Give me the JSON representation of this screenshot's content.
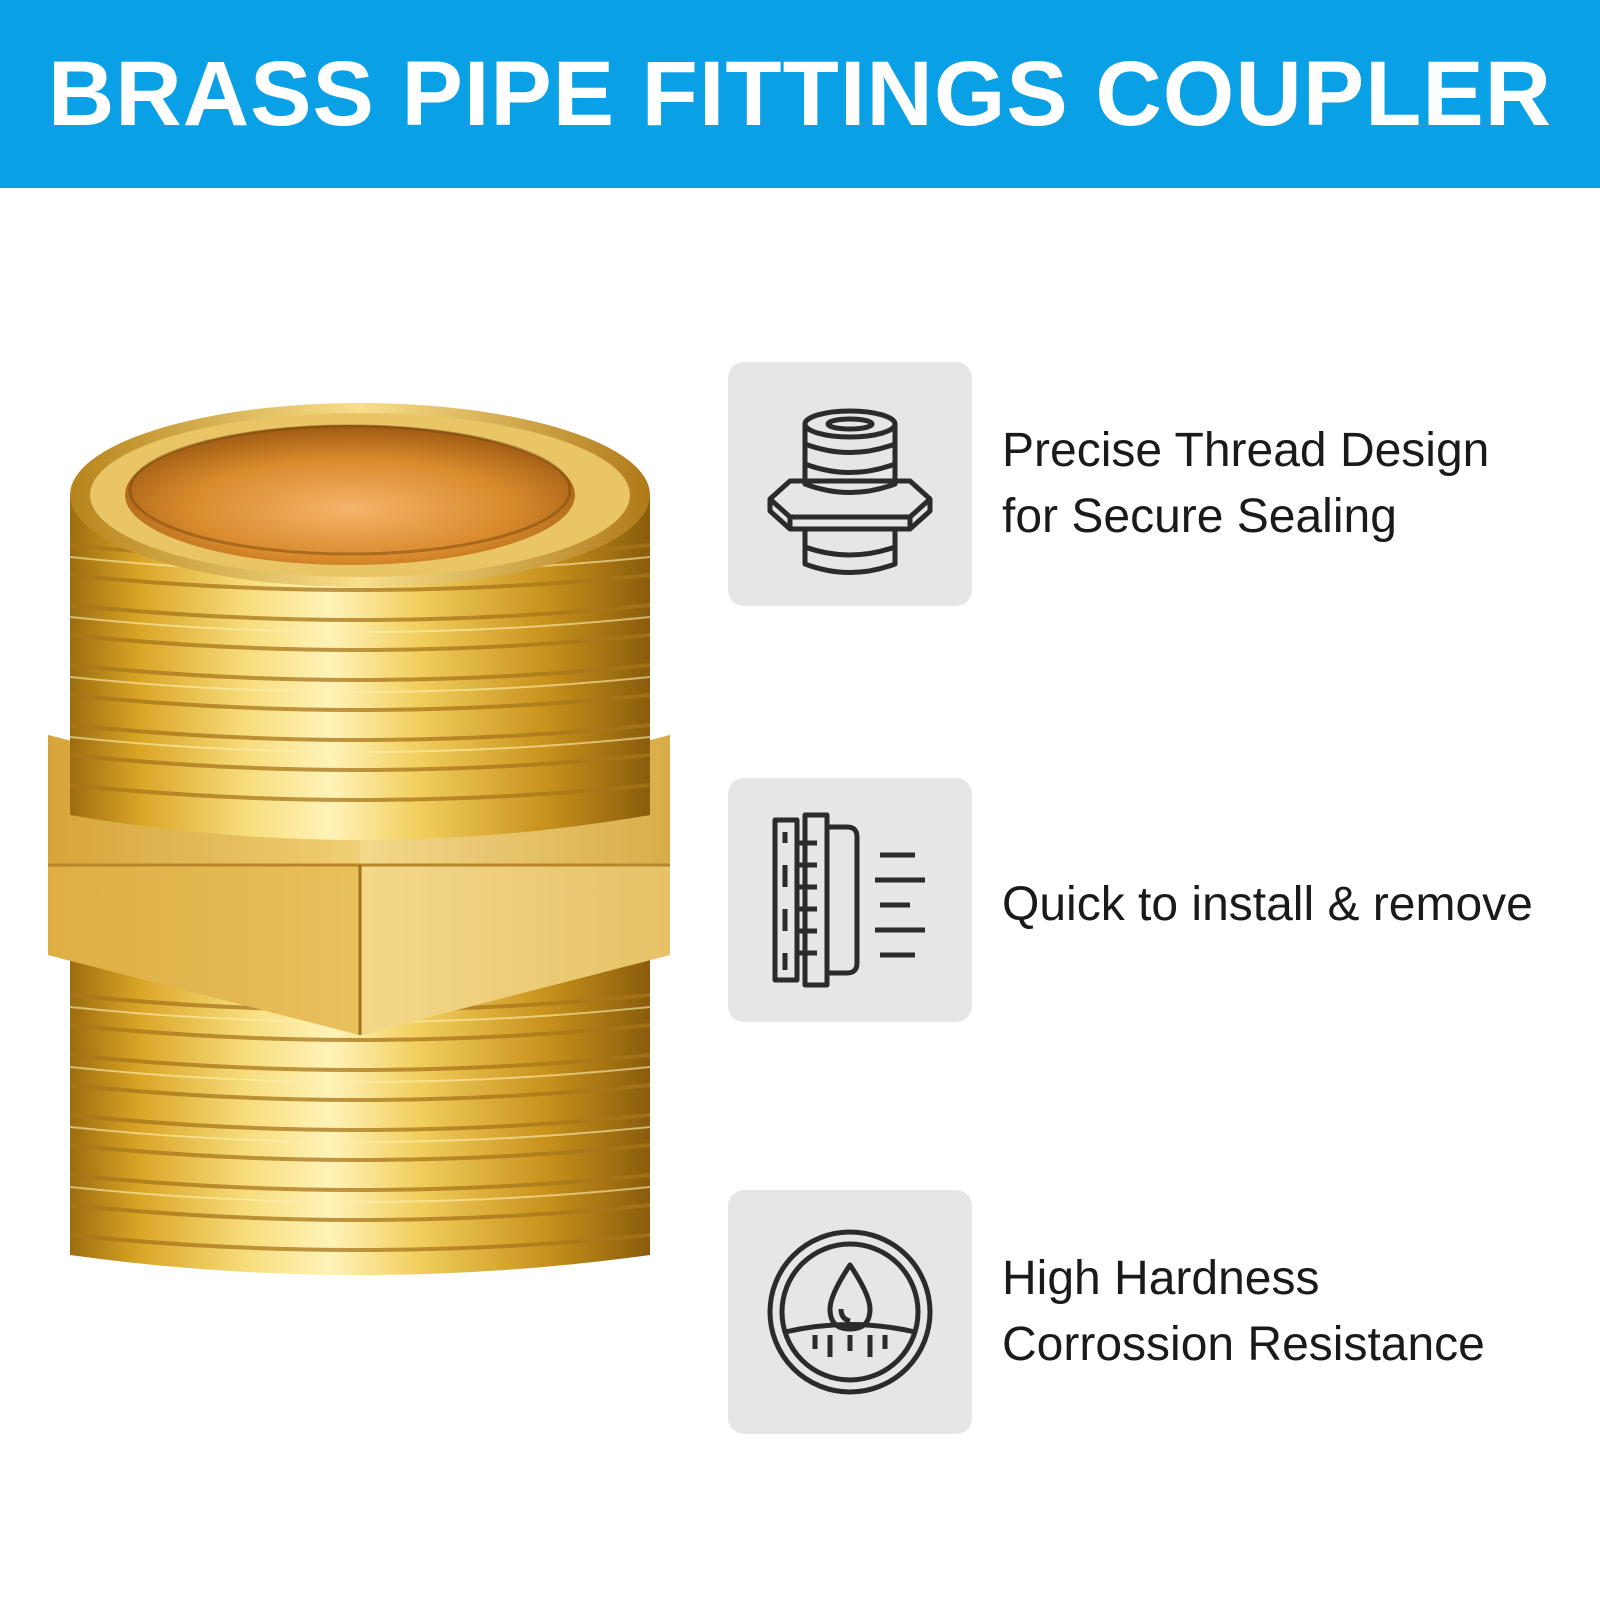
{
  "header": {
    "title": "BRASS PIPE FITTINGS COUPLER",
    "background_color": "#0aa0e6",
    "text_color": "#ffffff"
  },
  "product_image": {
    "subject": "brass hex nipple pipe coupler",
    "color": "#d9a824"
  },
  "features": [
    {
      "icon": "thread-fitting-icon",
      "lines": [
        "Precise Thread Design",
        "for Secure Sealing"
      ]
    },
    {
      "icon": "quick-install-icon",
      "lines": [
        "Quick to install & remove"
      ]
    },
    {
      "icon": "corrosion-resistance-icon",
      "lines": [
        "High Hardness",
        "Corrossion Resistance"
      ]
    }
  ],
  "colors": {
    "card_background": "#e6e6e6",
    "icon_stroke": "#2b2b2b",
    "feature_text": "#1a1a1a"
  }
}
